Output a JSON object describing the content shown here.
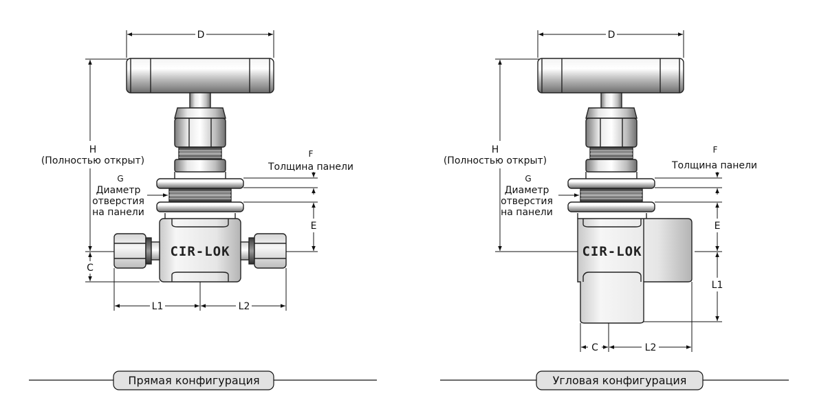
{
  "straight": {
    "dim_d": "D",
    "dim_h": "H",
    "dim_h_note": "(Полностью открыт)",
    "dim_f": "F",
    "dim_f_note": "Толщина панели",
    "dim_g": "G",
    "dim_g_note": [
      "Диаметр",
      "отверстия",
      "на панели"
    ],
    "dim_e": "E",
    "dim_c": "C",
    "dim_l1": "L1",
    "dim_l2": "L2",
    "brand": "CIR-LOK",
    "caption": "Прямая конфигурация"
  },
  "angle": {
    "dim_d": "D",
    "dim_h": "H",
    "dim_h_note": "(Полностью открыт)",
    "dim_f": "F",
    "dim_f_note": "Толщина панели",
    "dim_g": "G",
    "dim_g_note": [
      "Диаметр",
      "отверстия",
      "на панели"
    ],
    "dim_e": "E",
    "dim_l1": "L1",
    "dim_c": "C",
    "dim_l2": "L2",
    "brand": "CIR-LOK",
    "caption": "Угловая конфигурация"
  }
}
